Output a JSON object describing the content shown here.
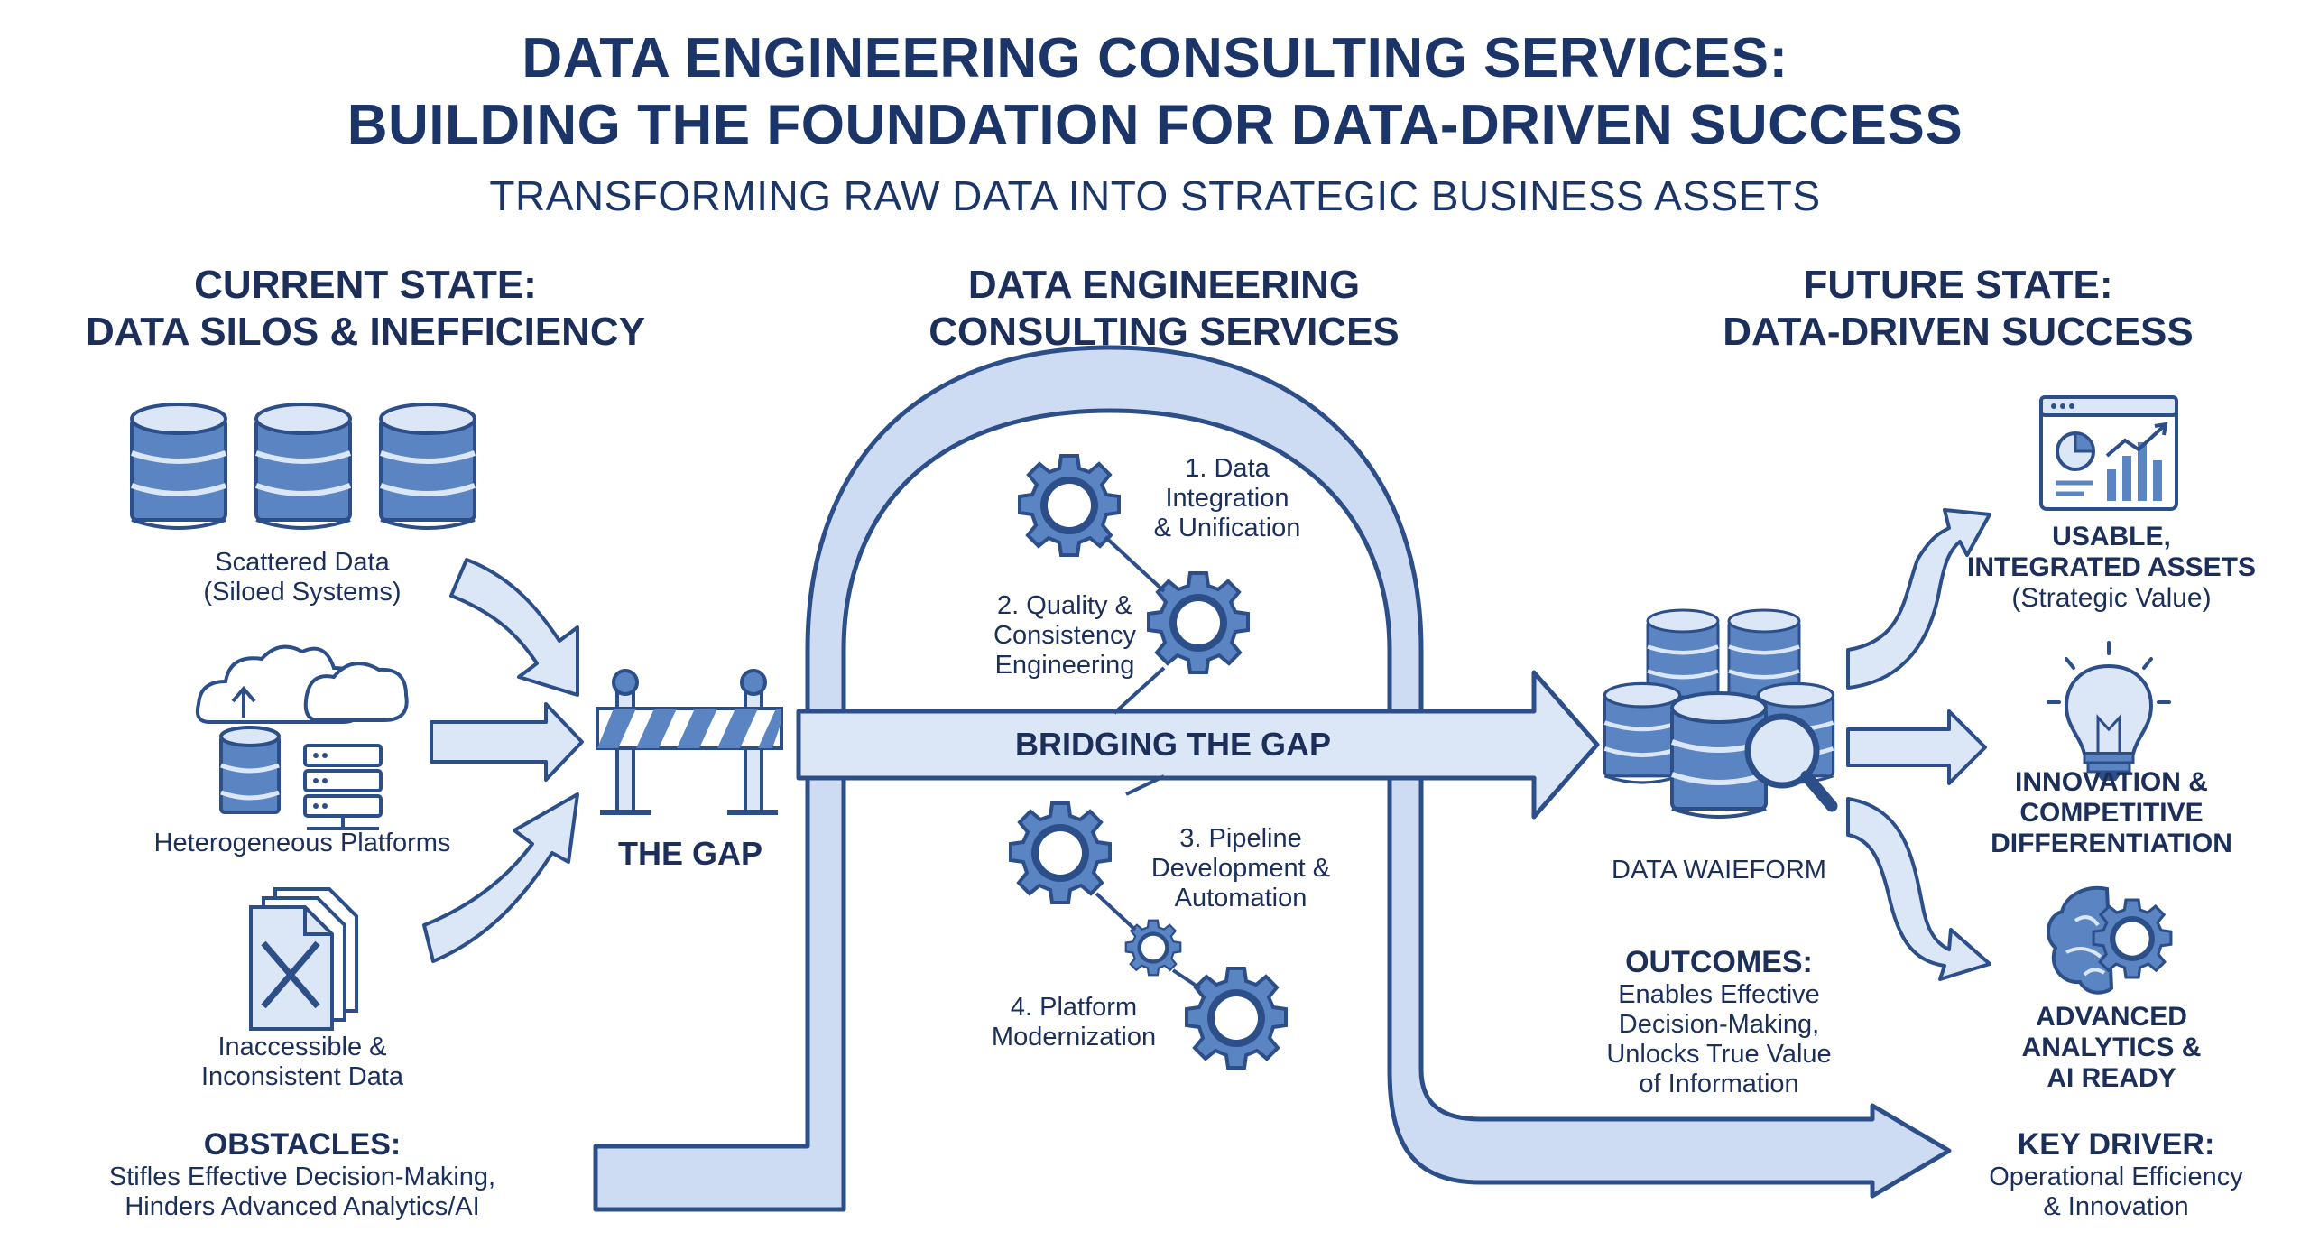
{
  "header": {
    "title_line1": "DATA ENGINEERING CONSULTING SERVICES:",
    "title_line2": "BUILDING THE FOUNDATION FOR DATA-DRIVEN SUCCESS",
    "subtitle": "TRANSFORMING RAW DATA INTO STRATEGIC BUSINESS ASSETS"
  },
  "current_state": {
    "heading_line1": "CURRENT STATE:",
    "heading_line2": "DATA SILOS & INEFFICIENCY",
    "items": [
      {
        "line1": "Scattered Data",
        "line2": "(Siloed Systems)",
        "icon": "database-stack-icon"
      },
      {
        "line1": "Heterogeneous Platforms",
        "line2": "",
        "icon": "cloud-server-icon"
      },
      {
        "line1": "Inaccessible &",
        "line2": "Inconsistent Data",
        "icon": "broken-document-icon"
      }
    ],
    "obstacles_heading": "OBSTACLES:",
    "obstacles_line1": "Stifles Effective Decision-Making,",
    "obstacles_line2": "Hinders Advanced Analytics/AI"
  },
  "gap": {
    "label": "THE GAP",
    "icon": "barrier-icon"
  },
  "services": {
    "heading_line1": "DATA ENGINEERING",
    "heading_line2": "CONSULTING SERVICES",
    "bridge_label": "BRIDGING THE GAP",
    "steps": [
      {
        "line1": "1. Data",
        "line2": "Integration",
        "line3": "& Unification"
      },
      {
        "line1": "2. Quality &",
        "line2": "Consistency",
        "line3": "Engineering"
      },
      {
        "line1": "3. Pipeline",
        "line2": "Development &",
        "line3": "Automation"
      },
      {
        "line1": "4. Platform",
        "line2": "Modernization",
        "line3": ""
      }
    ]
  },
  "warehouse": {
    "label": "DATA WAIEFORM",
    "icon": "database-search-icon"
  },
  "outcomes": {
    "heading": "OUTCOMES:",
    "line1": "Enables Effective",
    "line2": "Decision-Making,",
    "line3": "Unlocks True Value",
    "line4": "of Information"
  },
  "future_state": {
    "heading_line1": "FUTURE STATE:",
    "heading_line2": "DATA-DRIVEN SUCCESS",
    "items": [
      {
        "line1": "USABLE,",
        "line2": "INTEGRATED ASSETS",
        "line3": "(Strategic Value)",
        "icon": "analytics-dashboard-icon"
      },
      {
        "line1": "INNOVATION &",
        "line2": "COMPETITIVE",
        "line3": "DIFFERENTIATION",
        "icon": "lightbulb-icon"
      },
      {
        "line1": "ADVANCED",
        "line2": "ANALYTICS &",
        "line3": "AI READY",
        "icon": "brain-gear-icon"
      }
    ],
    "key_driver_heading": "KEY DRIVER:",
    "key_driver_line1": "Operational Efficiency",
    "key_driver_line2": "& Innovation"
  },
  "colors": {
    "navy": "#1b3568",
    "icon_fill": "#5b85c2",
    "icon_stroke": "#2c4f8a",
    "light_fill": "#dbe6f6",
    "bridge_fill": "#cddcf2"
  }
}
